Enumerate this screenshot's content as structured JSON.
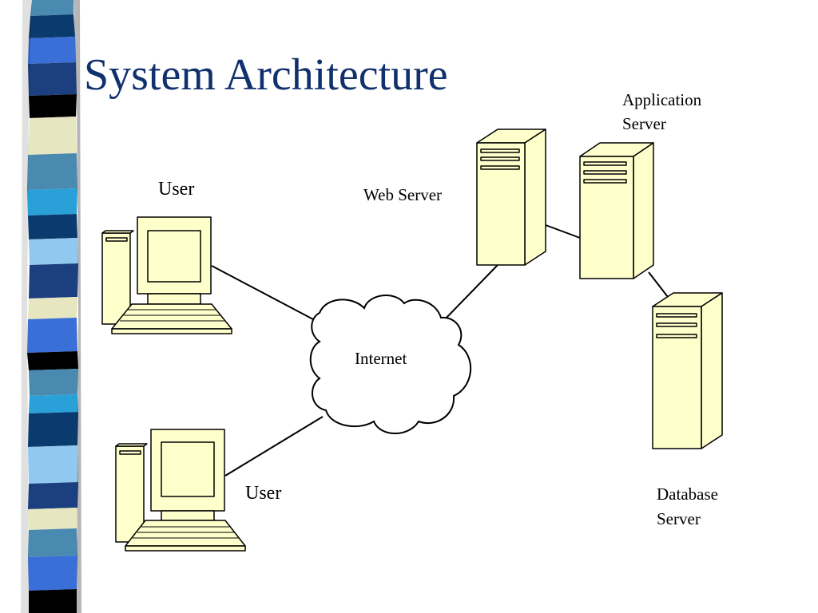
{
  "slide": {
    "title": "System Architecture"
  },
  "colors": {
    "title": "#10306e",
    "device_fill": "#ffffcc",
    "stripe_palette": [
      "#4a8ab0",
      "#0a3a6e",
      "#3a6fd8",
      "#000000",
      "#e6e6c0",
      "#2aa0d8",
      "#90c8f0",
      "#1c3f80"
    ]
  },
  "diagram": {
    "labels": {
      "user_top": "User",
      "user_bottom": "User",
      "web_server": "Web Server",
      "app_server_line1": "Application",
      "app_server_line2": "Server",
      "db_server_line1": "Database",
      "db_server_line2": "Server",
      "internet": "Internet"
    },
    "nodes": [
      {
        "id": "user-top",
        "kind": "workstation",
        "icon": "desktop-computer-icon"
      },
      {
        "id": "user-bottom",
        "kind": "workstation",
        "icon": "desktop-computer-icon"
      },
      {
        "id": "internet",
        "kind": "cloud",
        "icon": "cloud-icon"
      },
      {
        "id": "web-server",
        "kind": "server",
        "icon": "server-tower-icon"
      },
      {
        "id": "app-server",
        "kind": "server",
        "icon": "server-tower-icon"
      },
      {
        "id": "db-server",
        "kind": "server",
        "icon": "server-tower-icon"
      }
    ],
    "edges": [
      {
        "from": "user-top",
        "to": "internet"
      },
      {
        "from": "user-bottom",
        "to": "internet"
      },
      {
        "from": "internet",
        "to": "web-server"
      },
      {
        "from": "web-server",
        "to": "app-server"
      },
      {
        "from": "app-server",
        "to": "db-server"
      }
    ]
  }
}
